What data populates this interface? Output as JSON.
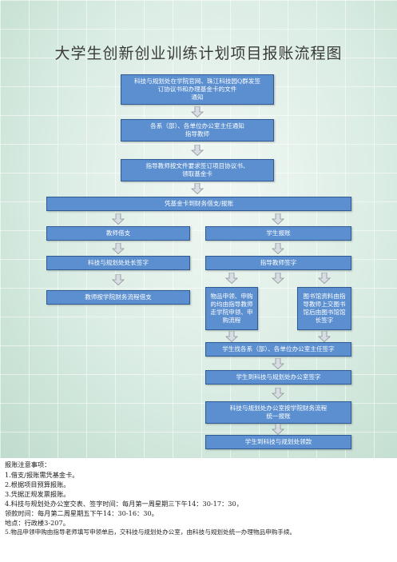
{
  "title": "大学生创新创业训练计划项目报账流程图",
  "steps": {
    "s1": "科技与规划处在学院官网、珠江科技园Q群发签\n订协议书和办理基金卡的文件\n通知",
    "s2": "各系（部）、各单位办公室主任通知\n指导教师",
    "s3": "指导教师按文件要求签订项目协议书、\n领取基金卡",
    "s4": "凭基金卡到财务借支/报账",
    "left1": "教师借支",
    "left2": "科技与规划处处长签字",
    "left3": "教师按学院财务流程借支",
    "right1": "学生报账",
    "right2": "指导教师签字",
    "branch_a": "物品申领、申购\n的均由指导教师\n走学院申领、申\n购流程",
    "branch_b": "图书馆资料由指\n导教师上交图书\n馆后由图书馆馆\n长签字",
    "r3": "学生找各系（部）、各单位办公室主任签字",
    "r4": "学生到科技与规划处办公室签字",
    "r5": "科技与规划处办公室按学院财务流程\n统一报账",
    "r6": "学生到科技与规划处领款"
  },
  "notes": {
    "heading": "报账注意事项：",
    "items": [
      "1.借支/报账需凭基金卡。",
      "2.根据项目预算报账。",
      "3.凭据正规发票报账。",
      "4.科技与规划处办公室交表、签字时间：每月第一周星期三下午14：30-17：30，",
      "   领款时间：每月第二周星期五下午14：30-16：30。",
      "   地点：行政楼3-207。",
      "5.物品申领申购由指导老师填写申领单后，交科技与规划处办公室，由科技与规划处统一办理物品申购手续。"
    ]
  },
  "colors": {
    "box_fill": "#5b8fd0",
    "box_border": "#2f5a93",
    "arrow_fill": "#d8dde3",
    "arrow_stroke": "#8a9098"
  }
}
